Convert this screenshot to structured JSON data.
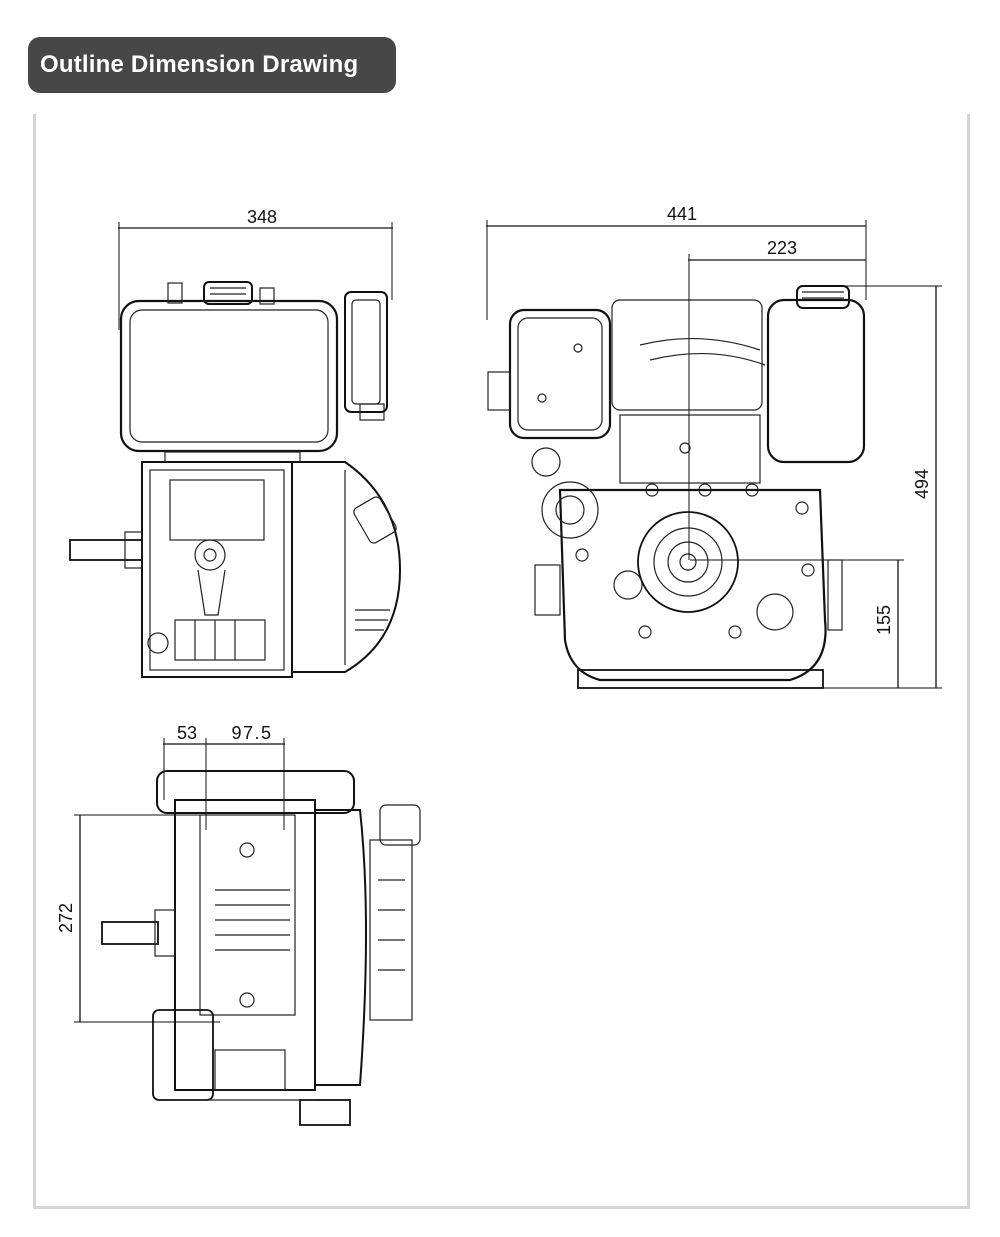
{
  "header": {
    "title": "Outline Dimension Drawing"
  },
  "colors": {
    "badge": "#474747",
    "badge_text": "#ffffff",
    "frame": "#d4d4d4",
    "lines": "#111111"
  },
  "views": {
    "front": {
      "width_dim": "348"
    },
    "side": {
      "overall_length_dim": "441",
      "offset_dim": "223",
      "height_dim": "494",
      "shaft_height_dim": "155"
    },
    "top": {
      "dim_a": "53",
      "dim_b": "97.5",
      "depth_dim": "272"
    }
  }
}
